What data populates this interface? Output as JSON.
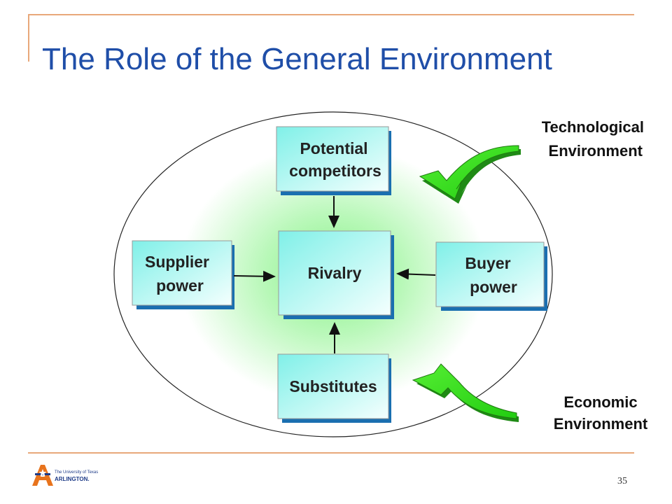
{
  "slide": {
    "title": "The Role of the General Environment",
    "page_number": "35"
  },
  "diagram": {
    "nodes": {
      "potential_competitors": {
        "line1": "Potential",
        "line2": "competitors"
      },
      "supplier_power": {
        "line1": "Supplier",
        "line2": "power"
      },
      "rivalry": {
        "line1": "Rivalry"
      },
      "buyer_power": {
        "line1": "Buyer",
        "line2": "power"
      },
      "substitutes": {
        "line1": "Substitutes"
      }
    },
    "environments": {
      "technological": {
        "line1": "Technological",
        "line2": "Environment"
      },
      "economic": {
        "line1": "Economic",
        "line2": "Environment"
      }
    },
    "colors": {
      "box_fill_start": "#80f0e8",
      "box_fill_end": "#f4fffe",
      "box_shadow": "#1a6fb0",
      "center_glow": "#88f088",
      "arrow_green": "#33dd22",
      "arrow_dark": "#1f8a15",
      "frame": "#e8a87a",
      "title": "#1f4ea8"
    }
  },
  "logo": {
    "line1": "The University of Texas",
    "line2": "ARLINGTON."
  }
}
